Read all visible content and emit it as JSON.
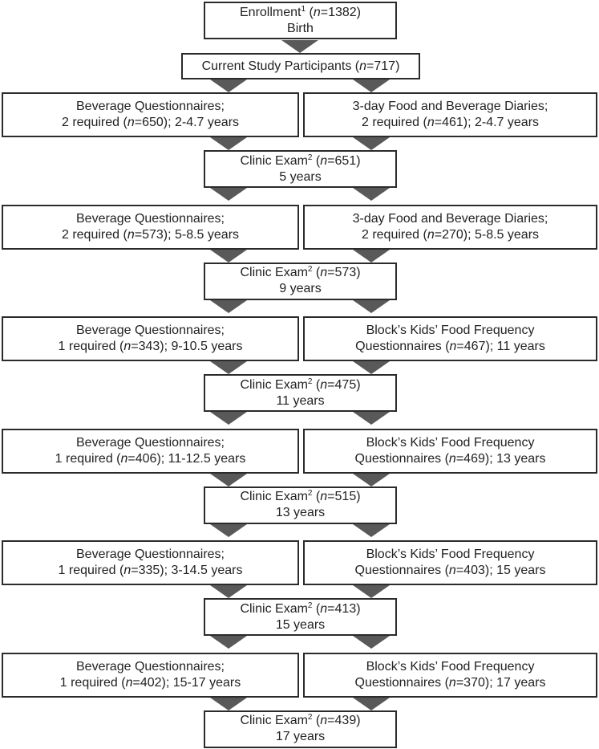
{
  "top": {
    "enrollment_label": "Enrollment",
    "enrollment_note": "1",
    "enrollment_open": " (",
    "n": "n",
    "enrollment_count": "=1382)",
    "enrollment_sub": "Birth",
    "participants_label": "Current Study Participants (",
    "participants_count": "=717)"
  },
  "stages": [
    {
      "left": {
        "line1": "Beverage Questionnaires;",
        "pre": "2 required (",
        "post": "=650); 2-4.7 years"
      },
      "right": {
        "line1": "3-day Food and Beverage Diaries;",
        "pre": "2 required (",
        "post": "=461); 2-4.7 years"
      },
      "exam": {
        "label": "Clinic Exam",
        "note": "2",
        "open": " (",
        "count": "=651)",
        "age": "5 years"
      }
    },
    {
      "left": {
        "line1": "Beverage Questionnaires;",
        "pre": "2 required (",
        "post": "=573); 5-8.5 years"
      },
      "right": {
        "line1": "3-day Food and Beverage Diaries;",
        "pre": "2 required (",
        "post": "=270); 5-8.5 years"
      },
      "exam": {
        "label": "Clinic Exam",
        "note": "2",
        "open": " (",
        "count": "=573)",
        "age": "9 years"
      }
    },
    {
      "left": {
        "line1": "Beverage Questionnaires;",
        "pre": "1 required (",
        "post": "=343); 9-10.5 years"
      },
      "right": {
        "line1": "Block’s Kids’ Food Frequency",
        "pre": "Questionnaires (",
        "post": "=467); 11 years"
      },
      "exam": {
        "label": "Clinic Exam",
        "note": "2",
        "open": " (",
        "count": "=475)",
        "age": "11 years"
      }
    },
    {
      "left": {
        "line1": "Beverage Questionnaires;",
        "pre": "1 required (",
        "post": "=406); 11-12.5 years"
      },
      "right": {
        "line1": "Block’s Kids’ Food Frequency",
        "pre": "Questionnaires (",
        "post": "=469); 13 years"
      },
      "exam": {
        "label": "Clinic Exam",
        "note": "2",
        "open": " (",
        "count": "=515)",
        "age": "13 years"
      }
    },
    {
      "left": {
        "line1": "Beverage Questionnaires;",
        "pre": "1 required (",
        "post": "=335); 3-14.5 years"
      },
      "right": {
        "line1": "Block’s Kids’ Food Frequency",
        "pre": "Questionnaires (",
        "post": "=403); 15 years"
      },
      "exam": {
        "label": "Clinic Exam",
        "note": "2",
        "open": " (",
        "count": "=413)",
        "age": "15 years"
      }
    },
    {
      "left": {
        "line1": "Beverage Questionnaires;",
        "pre": "1 required (",
        "post": "=402); 15-17 years"
      },
      "right": {
        "line1": "Block’s Kids’ Food Frequency",
        "pre": "Questionnaires (",
        "post": "=370); 17 years"
      },
      "exam": {
        "label": "Clinic Exam",
        "note": "2",
        "open": " (",
        "count": "=439)",
        "age": "17 years"
      }
    }
  ]
}
